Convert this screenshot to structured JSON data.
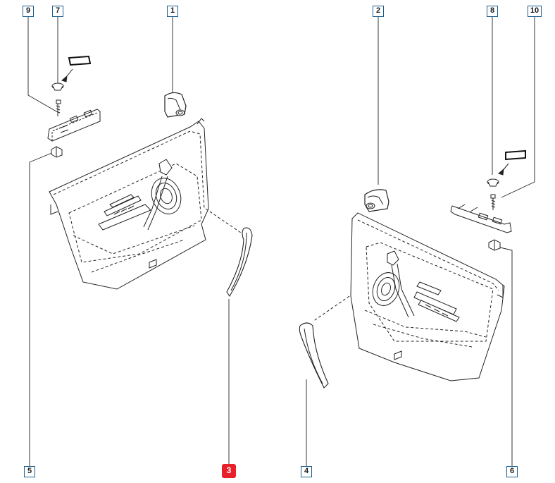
{
  "callouts": {
    "c1": "1",
    "c2": "2",
    "c3": "3",
    "c4": "4",
    "c5": "5",
    "c6": "6",
    "c7": "7",
    "c8": "8",
    "c9": "9",
    "c10": "10"
  },
  "selected_callout": "3",
  "colors": {
    "callout_border": "#1a5f8f",
    "selected_callout_fill": "#e8202a",
    "line": "#222222"
  }
}
